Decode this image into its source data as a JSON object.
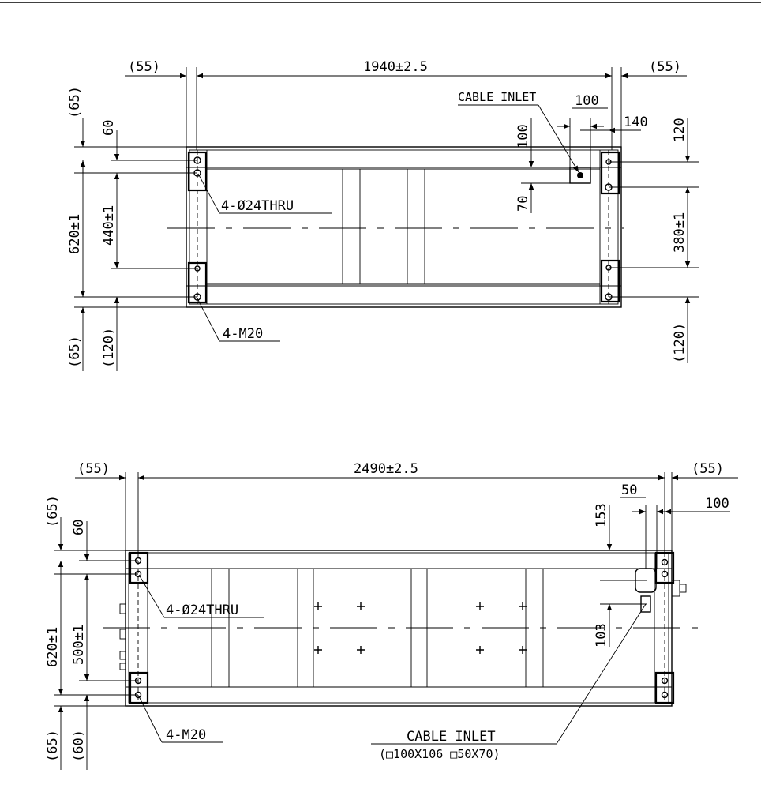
{
  "top_view": {
    "dim_left_margin": "(55)",
    "dim_width": "1940±2.5",
    "dim_right_margin": "(55)",
    "cable_inlet_label": "CABLE INLET",
    "dim_inlet_100": "100",
    "dim_inlet_140": "140",
    "dim_left_top_65": "(65)",
    "dim_left_60": "60",
    "dim_left_620": "620±1",
    "dim_left_440": "440±1",
    "dim_left_bottom_65": "(65)",
    "dim_left_bottom_120": "(120)",
    "dim_inlet_v100": "100",
    "dim_inlet_v70": "70",
    "dim_right_120": "120",
    "dim_right_380": "380±1",
    "dim_right_bottom_120": "(120)",
    "hole_label": "4-Ø24THRU",
    "bolt_label": "4-M20"
  },
  "bottom_view": {
    "dim_left_margin": "(55)",
    "dim_width": "2490±2.5",
    "dim_right_margin": "(55)",
    "dim_left_top_65": "(65)",
    "dim_left_60": "60",
    "dim_left_620": "620±1",
    "dim_left_500": "500±1",
    "dim_left_bottom_65": "(65)",
    "dim_left_bottom_60": "(60)",
    "dim_153": "153",
    "dim_50": "50",
    "dim_100": "100",
    "dim_103": "103",
    "hole_label": "4-Ø24THRU",
    "bolt_label": "4-M20",
    "cable_inlet_label": "CABLE INLET",
    "cable_inlet_sizes": "(□100X106 □50X70)"
  }
}
